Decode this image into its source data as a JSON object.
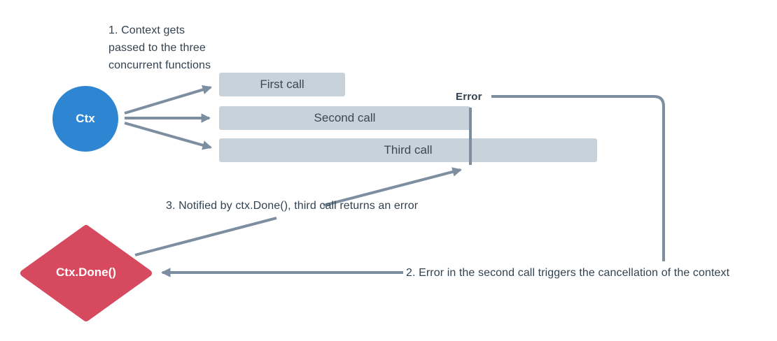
{
  "title": "Context cancellation diagram",
  "colors": {
    "bg": "#ffffff",
    "circle": "#2e86d2",
    "diamond": "#d6495f",
    "bar": "#c8d2db",
    "line": "#7e8ea1",
    "text-dark": "#334250",
    "bar-text": "#3a4754",
    "white": "#ffffff"
  },
  "nodes": {
    "ctx": {
      "label": "Ctx"
    },
    "ctx_done": {
      "label": "Ctx.Done()"
    }
  },
  "bars": [
    {
      "label": "First call"
    },
    {
      "label": "Second call"
    },
    {
      "label": "Third call"
    }
  ],
  "annotations": {
    "step1": "1. Context gets\npassed to the three\nconcurrent functions",
    "step2": "2. Error in the second call triggers the cancellation of the context",
    "step3": "3. Notified by ctx.Done(), third call returns an error",
    "error_label": "Error"
  },
  "icons": {
    "arrowhead": "filled-triangle"
  }
}
